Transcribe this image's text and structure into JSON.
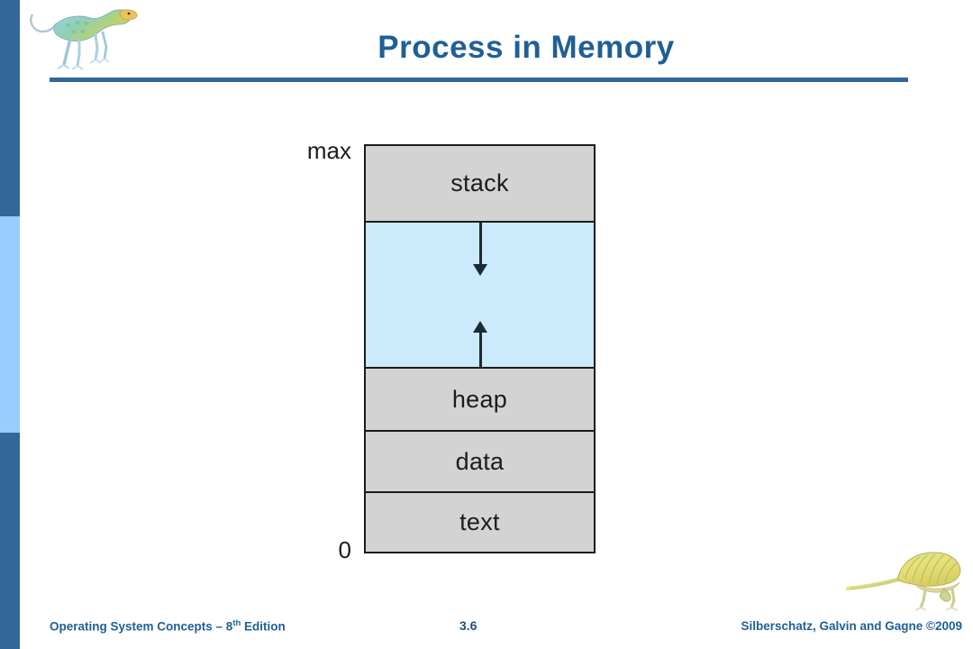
{
  "slide": {
    "title": "Process in Memory",
    "accent_dark": "#336699",
    "accent_light": "#99ccff",
    "title_color": "#1f6095"
  },
  "header": {
    "logo_icon": "dinosaur-blue-icon"
  },
  "diagram": {
    "name": "process-memory-layout",
    "axis_labels": {
      "top": "max",
      "bottom": "0"
    },
    "segments": [
      {
        "key": "stack",
        "label": "stack",
        "color": "#d3d3d3"
      },
      {
        "key": "free",
        "label": "",
        "color": "#cbeafb"
      },
      {
        "key": "heap",
        "label": "heap",
        "color": "#d3d3d3"
      },
      {
        "key": "data",
        "label": "data",
        "color": "#d3d3d3"
      },
      {
        "key": "text",
        "label": "text",
        "color": "#d3d3d3"
      }
    ],
    "arrows": [
      {
        "key": "stack-growth",
        "direction": "down",
        "from": "stack",
        "into": "free"
      },
      {
        "key": "heap-growth",
        "direction": "up",
        "from": "heap",
        "into": "free"
      }
    ]
  },
  "footer": {
    "book_title": "Operating System Concepts – 8",
    "edition_sup": "th",
    "edition_rest": " Edition",
    "page_number": "3.6",
    "copyright": "Silberschatz, Galvin and Gagne ©2009",
    "logo_icon": "dinosaur-yellow-icon"
  }
}
